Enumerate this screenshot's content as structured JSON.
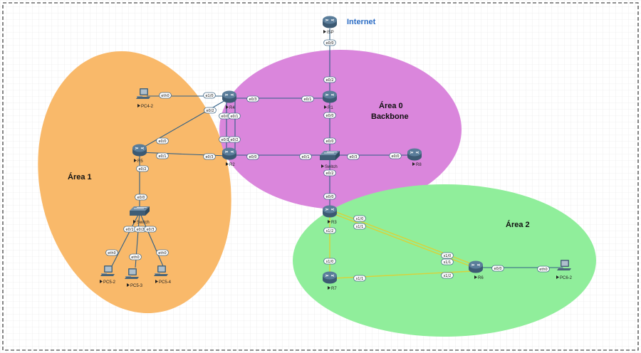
{
  "labels": {
    "internet": "Internet",
    "area0_line1": "Área 0",
    "area0_line2": "Backbone",
    "area1": "Área 1",
    "area2": "Área 2"
  },
  "devices": {
    "isp": "ISP",
    "r1": "R1",
    "r2": "R2",
    "r3": "R3",
    "r4": "R4",
    "r5": "R5",
    "r6": "R6",
    "r7": "R7",
    "r8": "R8",
    "switch_core": "Switch",
    "switch_area1": "Switch",
    "pc4_2": "PC4-2",
    "pc5_2": "PC5-2",
    "pc5_3": "PC5-3",
    "pc5_4": "PC5-4",
    "pc6_2": "PC6-2"
  },
  "ports": {
    "isp_e00": "e0/0",
    "r1_e02": "e0/2",
    "r1_e01": "e0/1",
    "r1_e00": "e0/0",
    "r4_e03": "e0/3",
    "r4_e10": "e1/0",
    "r4_e02": "e0/2",
    "r4_e00": "e0/0",
    "r4_e01": "e0/1",
    "r2_e01": "e0/1",
    "r2_e02": "e0/2",
    "r2_e03": "e0/3",
    "r2_e00": "e0/0",
    "sw_e00": "e0/0",
    "sw_e01": "e0/1",
    "sw_e03": "e0/3",
    "sw_e02": "e0/2",
    "r8_e00": "e0/0",
    "r3_e00": "e0/0",
    "r3_s10": "s1/0",
    "r3_s11": "s1/1",
    "r3_s12": "s1/2",
    "r7_s10": "s1/0",
    "r7_s11": "s1/1",
    "r6_s10": "s1/0",
    "r6_s11": "s1/1",
    "r6_s12": "s1/2",
    "r6_e00": "e0/0",
    "pc6_eth0": "eth0",
    "pc4_eth0": "eth0",
    "r5_e00": "e0/0",
    "r5_e01": "e0/1",
    "r5_e02": "e0/2",
    "sw1_e00": "e0/0",
    "sw1_e01": "e0/1",
    "sw1_e02": "e0/2",
    "sw1_e03": "e0/3",
    "pc52_eth0": "eth0",
    "pc53_eth0": "eth0",
    "pc54_eth0": "eth0"
  },
  "colors": {
    "area0": "#da86dc",
    "area1": "#f9b96a",
    "area2": "#90ee9b",
    "link": "#2f5f86",
    "serial": "#d8d23a",
    "router": "#4c6f8c",
    "internet_text": "#2b6cc4"
  },
  "icons": {
    "router": "router-icon",
    "switch": "switch-icon",
    "pc": "pc-icon"
  }
}
